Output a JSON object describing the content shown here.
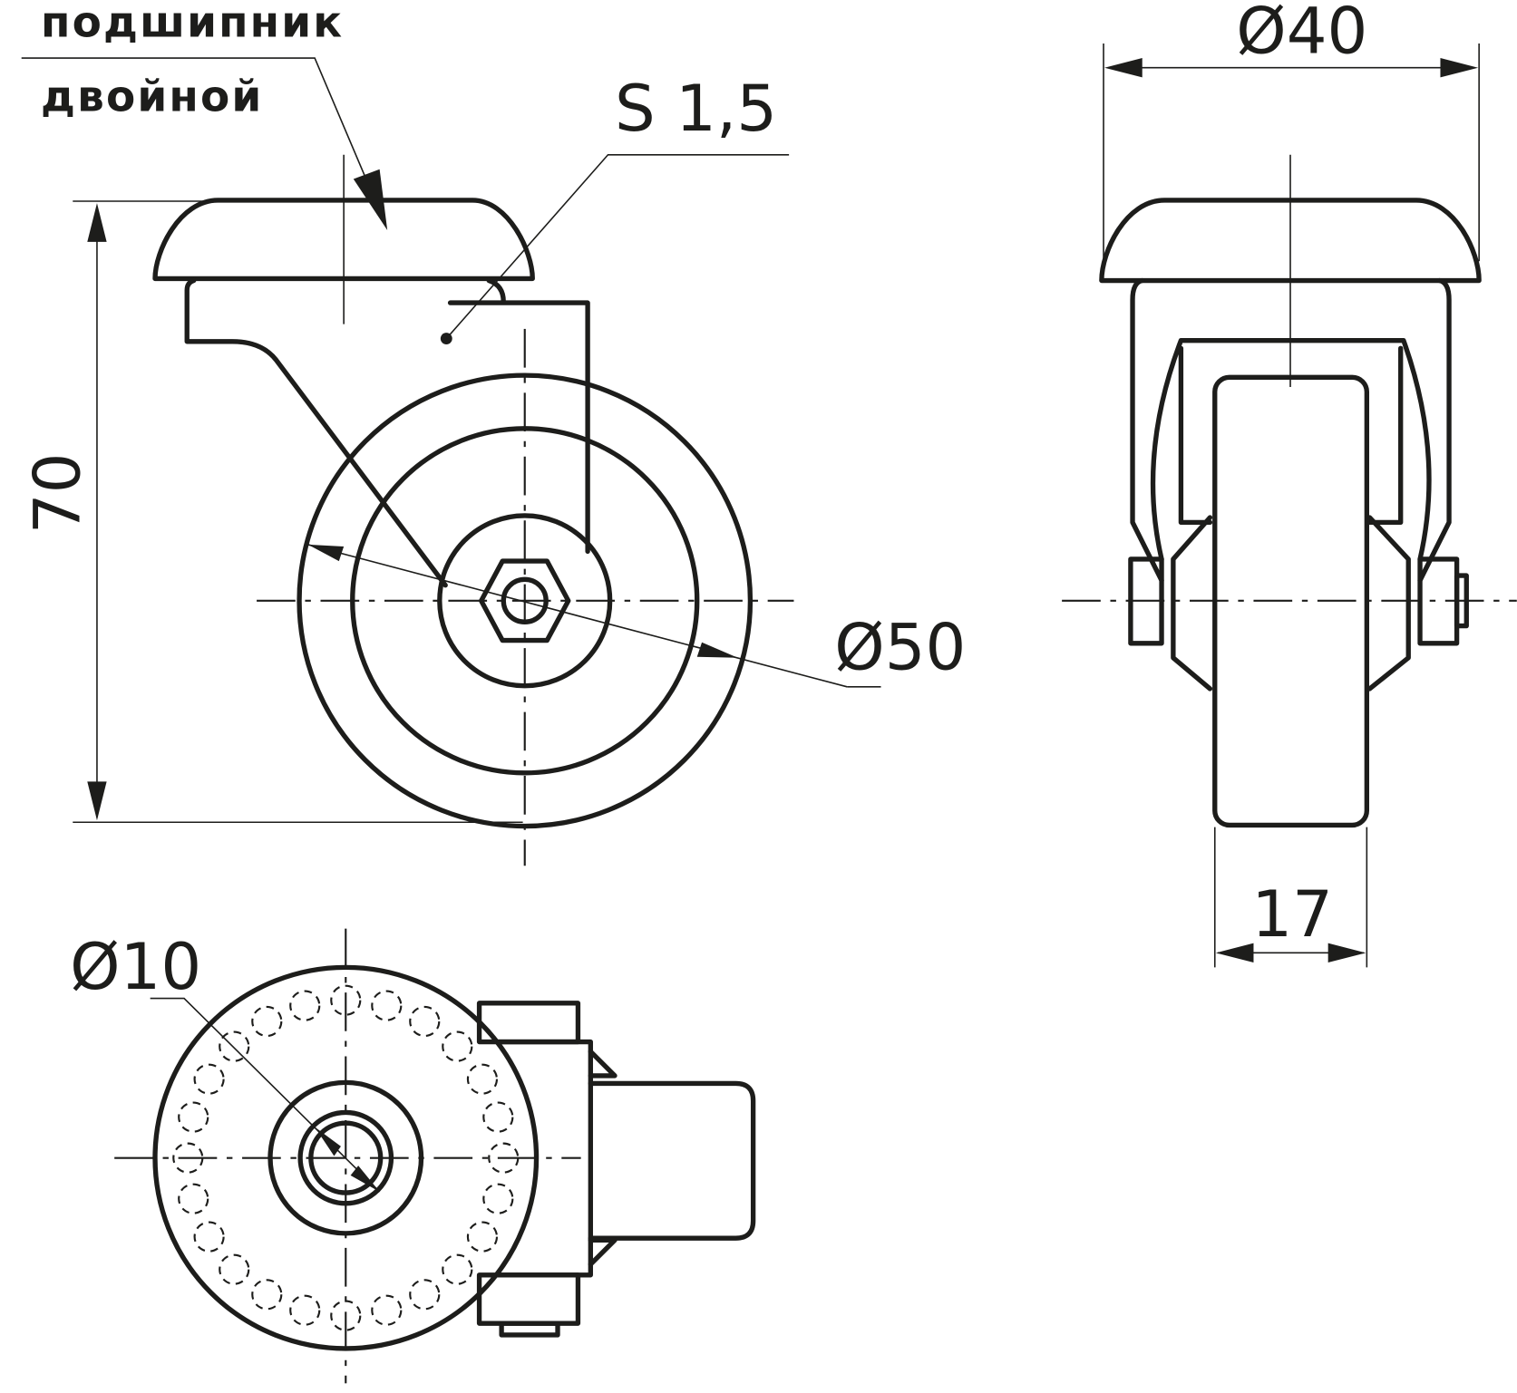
{
  "labels": {
    "bearing_line1": "подшипник",
    "bearing_line2": "двойной",
    "thickness": "S 1,5",
    "plate_diameter": "Ø40",
    "height": "70",
    "wheel_diameter": "Ø50",
    "wheel_width": "17",
    "hole_diameter": "Ø10"
  },
  "colors": {
    "line": "#1d1d1b",
    "background": "#ffffff"
  }
}
